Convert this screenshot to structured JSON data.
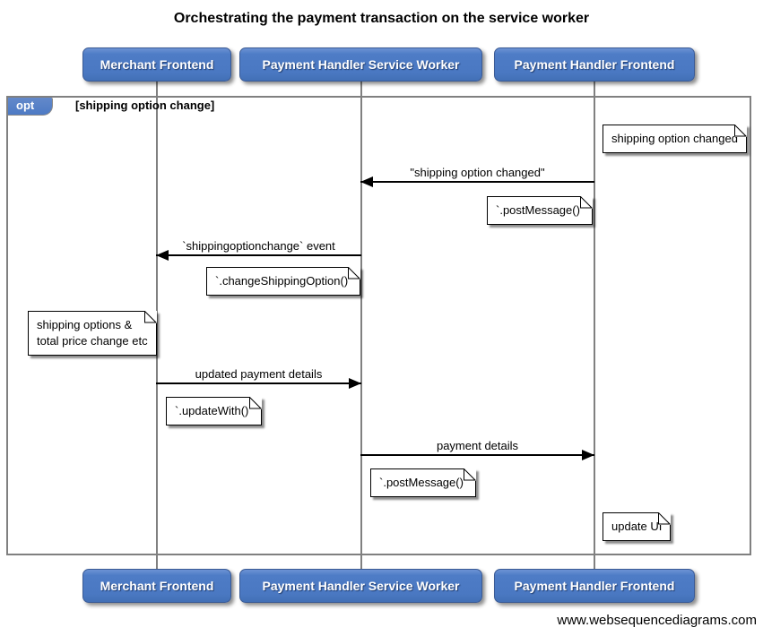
{
  "diagram": {
    "title": "Orchestrating the payment transaction on the service worker",
    "source": "www.websequencediagrams.com"
  },
  "actors": [
    {
      "label": "Merchant Frontend"
    },
    {
      "label": "Payment Handler Service Worker"
    },
    {
      "label": "Payment Handler Frontend"
    }
  ],
  "fragment": {
    "operator": "opt",
    "guard": "[shipping option change]"
  },
  "messages": [
    {
      "label": "\"shipping option changed\"",
      "from": "Payment Handler Frontend",
      "to": "Payment Handler Service Worker",
      "direction": "left"
    },
    {
      "label": "`shippingoptionchange` event",
      "from": "Payment Handler Service Worker",
      "to": "Merchant Frontend",
      "direction": "left"
    },
    {
      "label": "updated payment details",
      "from": "Merchant Frontend",
      "to": "Payment Handler Service Worker",
      "direction": "right"
    },
    {
      "label": "payment details",
      "from": "Payment Handler Service Worker",
      "to": "Payment Handler Frontend",
      "direction": "right"
    }
  ],
  "notes": [
    {
      "text": "shipping option changed",
      "position": "right of Payment Handler Frontend"
    },
    {
      "text": "`.postMessage()`",
      "position": "left of Payment Handler Frontend"
    },
    {
      "text": "`.changeShippingOption()`",
      "position": "left of Payment Handler Service Worker"
    },
    {
      "text": "shipping options &\ntotal price change etc",
      "position": "left of Merchant Frontend"
    },
    {
      "text": "`.updateWith()`",
      "position": "right of Merchant Frontend"
    },
    {
      "text": "`.postMessage()`",
      "position": "right of Payment Handler Service Worker"
    },
    {
      "text": "update UI",
      "position": "right of Payment Handler Frontend"
    }
  ],
  "colors": {
    "actor_fill": "#4a78c2",
    "actor_text": "#ffffff",
    "frame_border": "#808080",
    "lifeline": "#808080",
    "note_fill": "#ffffff",
    "note_border": "#000000",
    "arrow": "#000000"
  }
}
